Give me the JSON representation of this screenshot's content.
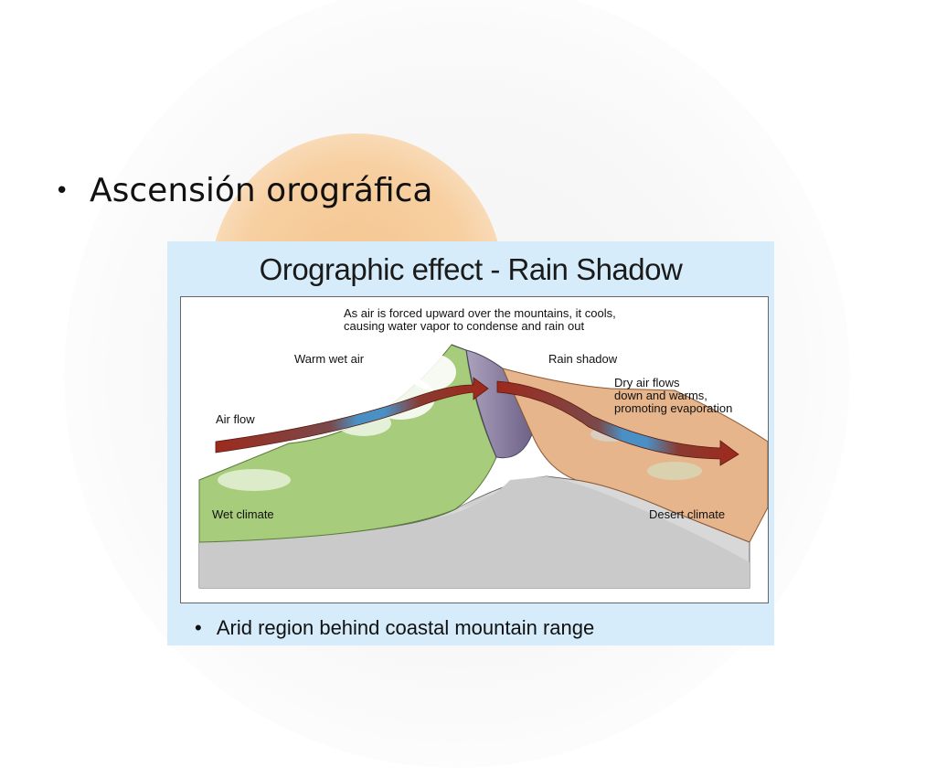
{
  "slide": {
    "bullet_symbol": "•",
    "bullet_text": "Ascensión orográfica"
  },
  "figure": {
    "title": "Orographic effect - Rain Shadow",
    "caption_line1": "As air is forced upward over the mountains, it cools,",
    "caption_line2": "causing water vapor to condense and rain out",
    "warm_wet_air": "Warm wet air",
    "rain_shadow": "Rain shadow",
    "dry_line1": "Dry air flows",
    "dry_line2": "down and warms,",
    "dry_line3": "promoting evaporation",
    "air_flow": "Air flow",
    "wet_climate": "Wet climate",
    "desert_climate": "Desert climate",
    "bottom_bullet_symbol": "•",
    "bottom_bullet_text": "Arid region behind coastal mountain range"
  },
  "colors": {
    "figure_background": "#d6ecfa",
    "wet_side": "#9cc46e",
    "dry_side": "#e7b58b",
    "mountain_rock": "#8a7fa0",
    "air_arrow_warm": "#9c2a1e",
    "air_arrow_cool": "#3a8ec0"
  }
}
